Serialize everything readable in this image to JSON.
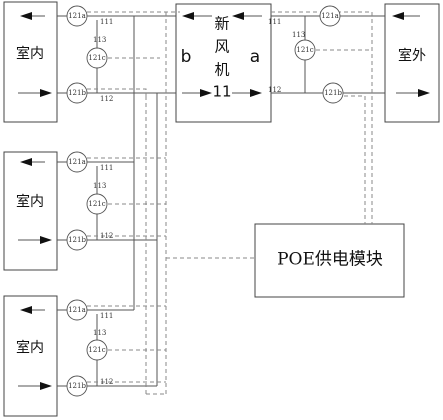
{
  "outdoor_label": "室外",
  "ventilator": {
    "chars": [
      "新",
      "风",
      "机",
      "11"
    ],
    "port_b": "b",
    "port_a": "a"
  },
  "poe_module": "POE供电模块",
  "indoor_units": [
    {
      "label": "室内",
      "sensor_a": "121a",
      "sensor_c": "121c",
      "sensor_b": "121b",
      "line_111": "111",
      "line_113": "113",
      "line_112": "112"
    },
    {
      "label": "室内",
      "sensor_a": "121a",
      "sensor_c": "121c",
      "sensor_b": "121b",
      "line_111": "111",
      "line_113": "113",
      "line_112": "112"
    },
    {
      "label": "室内",
      "sensor_a": "121a",
      "sensor_c": "121c",
      "sensor_b": "121b",
      "line_111": "111",
      "line_113": "113",
      "line_112": "112"
    }
  ],
  "outdoor_side": {
    "sensor_a": "121a",
    "sensor_c": "121c",
    "sensor_b": "121b",
    "line_111": "111",
    "line_113": "113",
    "line_112": "112"
  }
}
